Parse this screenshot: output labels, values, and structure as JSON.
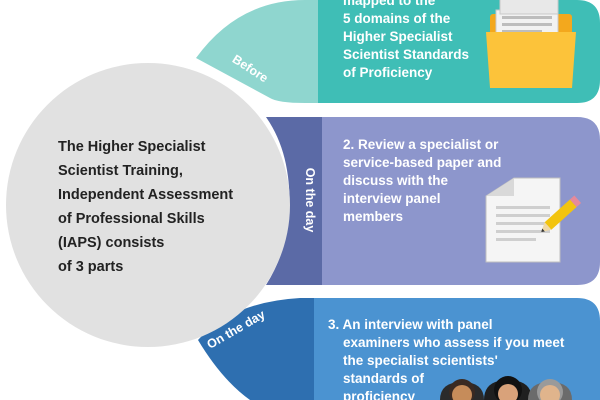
{
  "colors": {
    "teal": "#3fbeb6",
    "teal_tab": "#8fd6cf",
    "periwinkle": "#8d96cc",
    "periwinkle_tab": "#5b6aa6",
    "blue": "#4b93d1",
    "blue_tab": "#2e6fb0",
    "circle": "#e1e1e1"
  },
  "center": {
    "lines": [
      "The Higher Specialist",
      "Scientist Training,",
      "Independent Assessment",
      "of Professional Skills",
      "(IAPS) consists",
      "of 3 parts"
    ]
  },
  "parts": [
    {
      "tab": "Before",
      "lines": [
        "mapped to the",
        "5 domains of the",
        "Higher Specialist",
        "Scientist Standards",
        "of Proficiency"
      ],
      "icon": "folder-icon"
    },
    {
      "tab": "On the day",
      "lines": [
        "2. Review a specialist or",
        "service-based paper and",
        "discuss with the",
        "interview panel",
        "members"
      ],
      "icon": "document-pencil-icon"
    },
    {
      "tab": "On the day",
      "lines": [
        "3. An interview with panel",
        "examiners who assess if you meet",
        "the specialist scientists'",
        "standards of",
        "proficiency"
      ],
      "icon": "panel-people-icon"
    }
  ]
}
